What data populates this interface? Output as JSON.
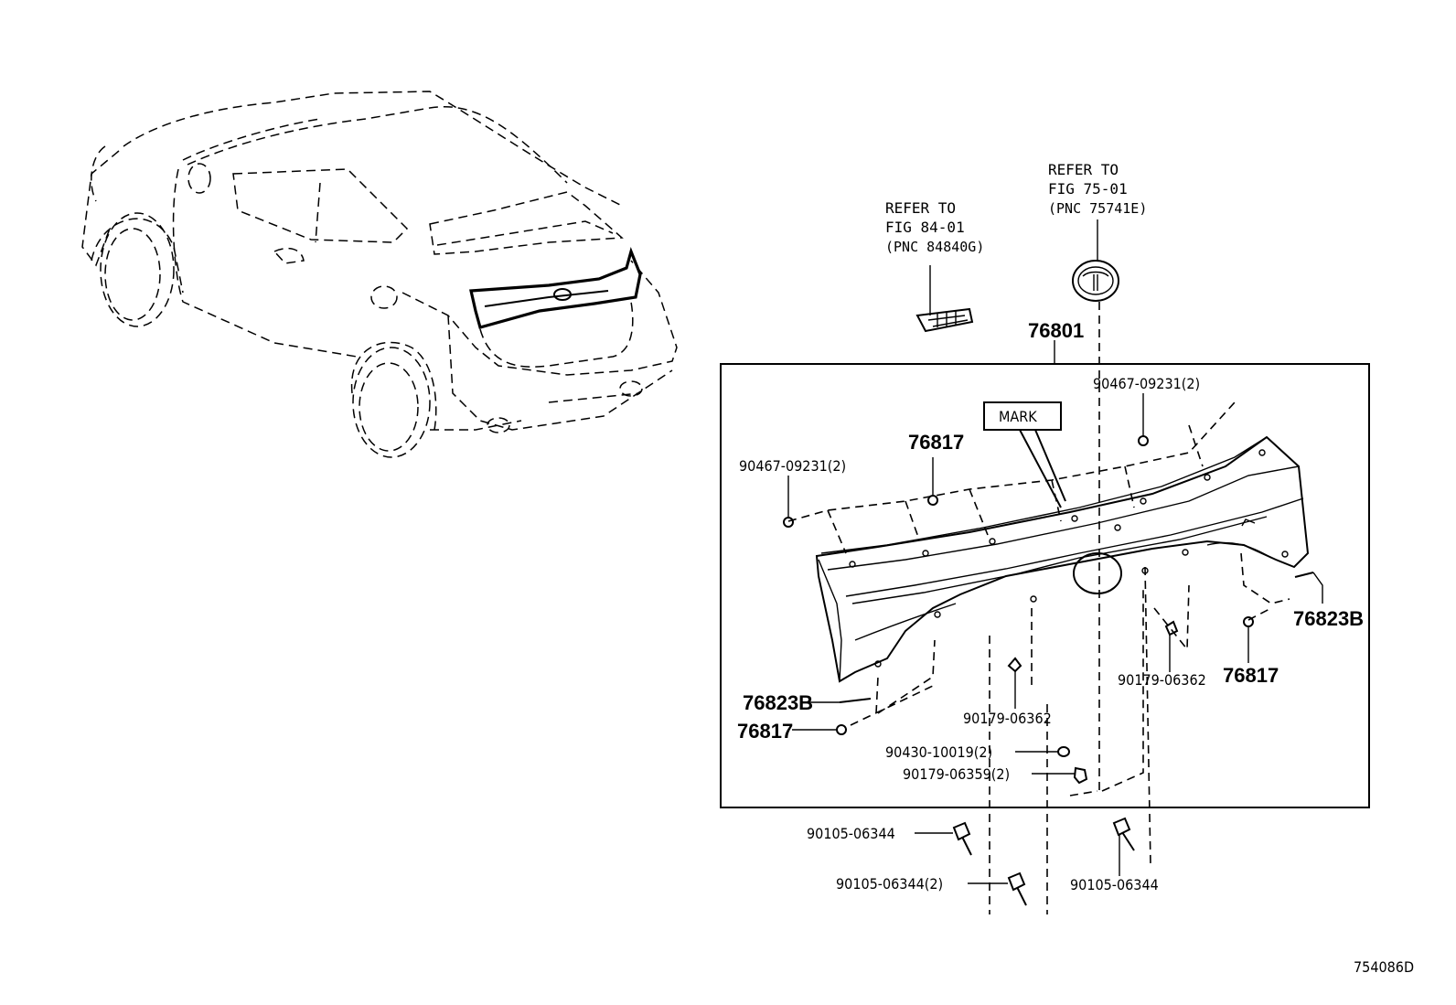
{
  "refer_fig84": {
    "line1": "REFER TO",
    "line2": "FIG 84-01",
    "line3": "(PNC 84840G)"
  },
  "refer_fig75": {
    "line1": "REFER TO",
    "line2": "FIG 75-01",
    "line3": "(PNC 75741E)"
  },
  "parts": {
    "p76801": "76801",
    "mark": "MARK",
    "p76817_top": "76817",
    "p90467_left": "90467-09231(2)",
    "p90467_right": "90467-09231(2)",
    "p76823b_right": "76823B",
    "p76817_right": "76817",
    "p90179_06362_right": "90179-06362",
    "p90179_06362_center": "90179-06362",
    "p76823b_left": "76823B",
    "p76817_left": "76817",
    "p90430": "90430-10019(2)",
    "p90179_06359": "90179-06359(2)",
    "p90105_a": "90105-06344",
    "p90105_b": "90105-06344(2)",
    "p90105_c": "90105-06344"
  },
  "figure_id": "754086D"
}
